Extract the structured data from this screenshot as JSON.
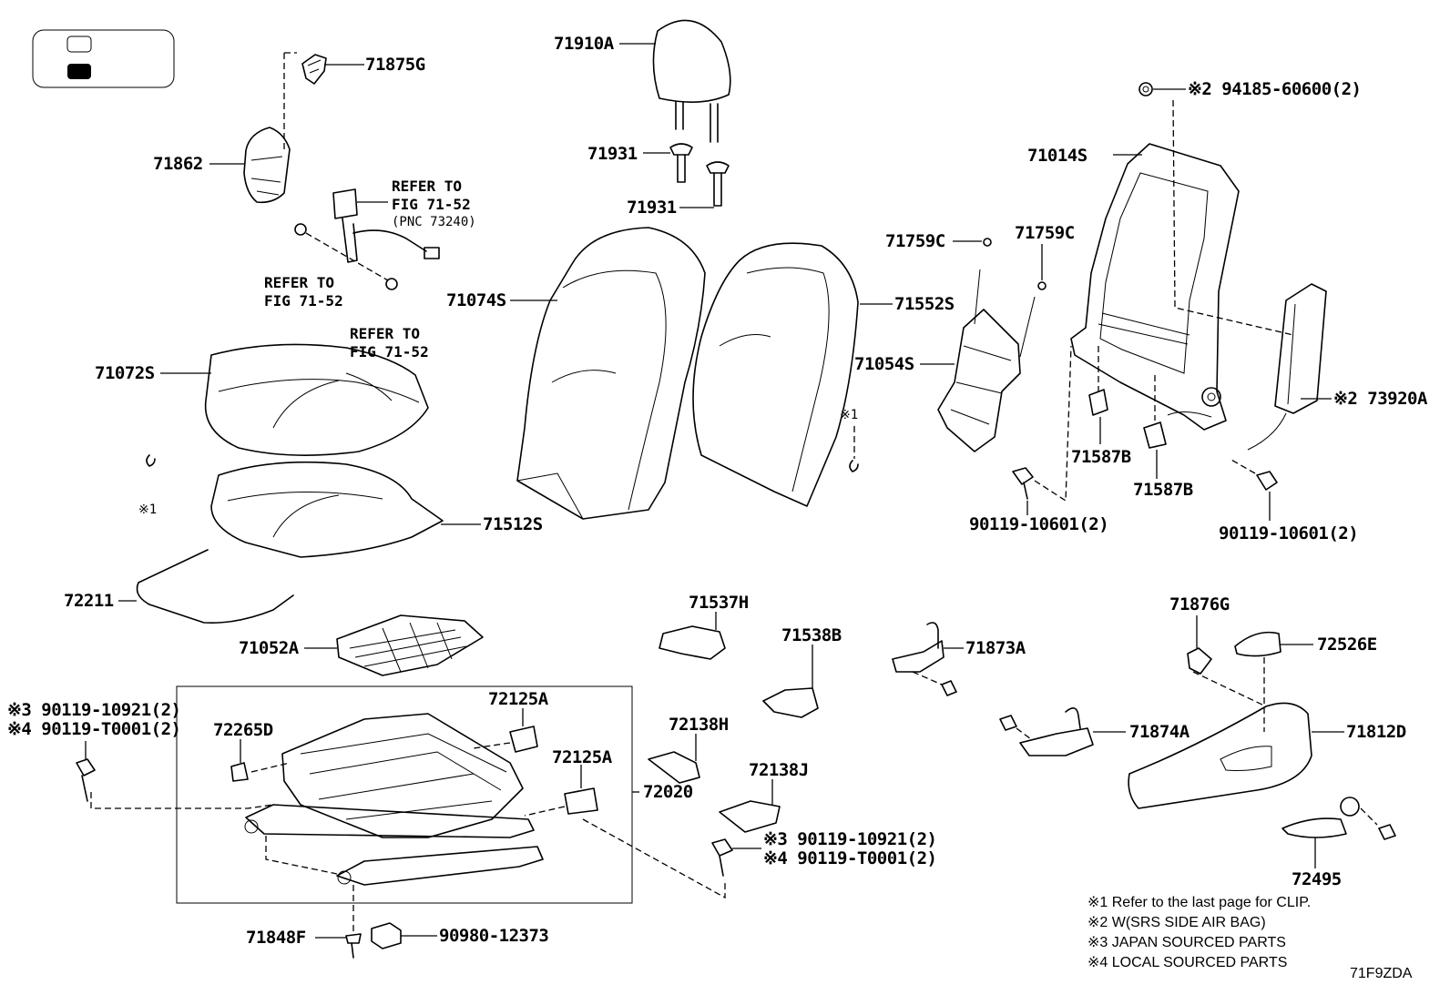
{
  "diagram_code": "71F9ZDA",
  "legend": {
    "items": [
      "open-box",
      "filled-box"
    ]
  },
  "labels": {
    "p71875G": "71875G",
    "p71862": "71862",
    "p71910A": "71910A",
    "p71931a": "71931",
    "p71931b": "71931",
    "p71074S": "71074S",
    "p71552S": "71552S",
    "p71759Ca": "71759C",
    "p71759Cb": "71759C",
    "p71054S": "71054S",
    "p71014S": "71014S",
    "p94185": "※2 94185-60600(2)",
    "p73920A": "※2 73920A",
    "p71587Ba": "71587B",
    "p71587Bb": "71587B",
    "p90119_1": "90119-10601(2)",
    "p90119_2": "90119-10601(2)",
    "p71072S": "71072S",
    "p71512S": "71512S",
    "p72211": "72211",
    "p71052A": "71052A",
    "p71537H": "71537H",
    "p71538B": "71538B",
    "p71873A": "71873A",
    "p71874A": "71874A",
    "p71876G": "71876G",
    "p72526E": "72526E",
    "p71812D": "71812D",
    "p72495": "72495",
    "p72265D": "72265D",
    "p72125Aa": "72125A",
    "p72125Ab": "72125A",
    "p72020": "72020",
    "p72138H": "72138H",
    "p72138J": "72138J",
    "p71848F": "71848F",
    "p90980": "90980-12373",
    "left_bolt_1": "※3 90119-10921(2)",
    "left_bolt_2": "※4 90119-T0001(2)",
    "right_bolt_1": "※3 90119-10921(2)",
    "right_bolt_2": "※4 90119-T0001(2)",
    "clip_mark_1": "※1",
    "clip_mark_2": "※1"
  },
  "refs": {
    "ref1_line1": "REFER TO",
    "ref1_line2": "FIG 71-52",
    "ref1_line3": "(PNC 73240)",
    "ref2_line1": "REFER TO",
    "ref2_line2": "FIG 71-52",
    "ref3_line1": "REFER TO",
    "ref3_line2": "FIG 71-52"
  },
  "notes": [
    "※1  Refer to the last page for CLIP.",
    "※2  W(SRS SIDE AIR BAG)",
    "※3  JAPAN SOURCED PARTS",
    "※4  LOCAL SOURCED PARTS"
  ]
}
